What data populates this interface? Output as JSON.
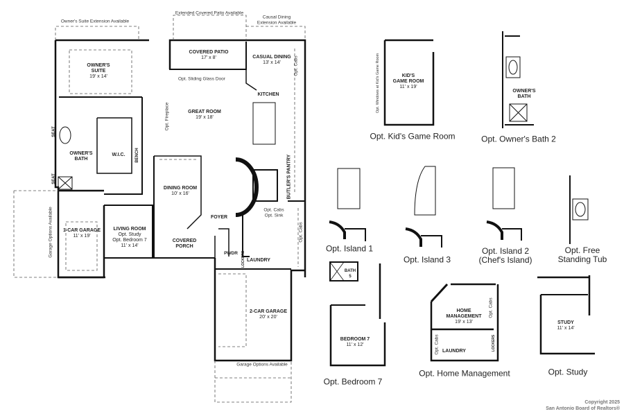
{
  "main_plan": {
    "annotations": {
      "owners_suite_extension": "Owner's Suite Extension Available",
      "extended_patio": "Extended Covered Patio Available",
      "casual_dining_extension_line1": "Causal Dining",
      "casual_dining_extension_line2": "Extension Available",
      "sliding_glass_door": "Opt. Sliding Glass Door",
      "fireplace": "Opt. Fireplace",
      "opt_cabs_top": "Opt. Cabs",
      "opt_cabs_right": "Opt. Cabs",
      "opt_cabs_sink_1": "Opt. Cabs",
      "opt_cabs_sink_2": "Opt. Sink",
      "garage_options_left": "Garage Options Available",
      "garage_options_bottom": "Garage Options Available",
      "seat": "SEAT",
      "bench": "BENCH",
      "lockers": "LOCKERS"
    },
    "rooms": {
      "owners_suite": {
        "name_line1": "OWNER'S",
        "name_line2": "SUITE",
        "dim": "19' x 14'"
      },
      "covered_patio": {
        "name": "COVERED PATIO",
        "dim": "17' x 8'"
      },
      "casual_dining": {
        "name": "CASUAL DINING",
        "dim": "13' x 14'"
      },
      "kitchen": {
        "name": "KITCHEN"
      },
      "great_room": {
        "name": "GREAT ROOM",
        "dim": "19' x 18'"
      },
      "owners_bath": {
        "name_line1": "OWNER'S",
        "name_line2": "BATH"
      },
      "wic": {
        "name": "W.I.C."
      },
      "dining_room": {
        "name": "DINING ROOM",
        "dim": "10' x 16'"
      },
      "butlers_pantry": {
        "name": "BUTLER'S PANTRY"
      },
      "foyer": {
        "name": "FOYER"
      },
      "one_car_garage": {
        "name": "1-CAR GARAGE",
        "dim": "11' x 19'"
      },
      "living_room": {
        "name": "LIVING ROOM",
        "opt1": "Opt. Study",
        "opt2": "Opt. Bedroom 7",
        "dim": "11' x 14'"
      },
      "covered_porch": {
        "name_line1": "COVERED",
        "name_line2": "PORCH"
      },
      "pwdr": {
        "name": "PWDR"
      },
      "laundry": {
        "name": "LAUNDRY"
      },
      "two_car_garage": {
        "name": "2-CAR GARAGE",
        "dim": "20' x 20'"
      }
    }
  },
  "options": {
    "kids_game_room": {
      "caption": "Opt. Kid's Game Room",
      "name_line1": "KID'S",
      "name_line2": "GAME ROOM",
      "dim": "11' x 19'",
      "note": "Opt. Windows at Kid's Game Room"
    },
    "owners_bath_2": {
      "caption": "Opt. Owner's Bath 2",
      "name_line1": "OWNER'S",
      "name_line2": "BATH"
    },
    "island_1": {
      "caption": "Opt. Island 1"
    },
    "island_3": {
      "caption": "Opt. Island 3"
    },
    "island_2": {
      "caption_line1": "Opt. Island 2",
      "caption_line2": "(Chef's Island)"
    },
    "free_standing_tub": {
      "caption_line1": "Opt. Free",
      "caption_line2": "Standing Tub"
    },
    "bedroom_7": {
      "caption": "Opt. Bedroom 7",
      "name": "BEDROOM 7",
      "dim": "11' x 12'",
      "bath_line1": "BATH",
      "bath_line2": "5"
    },
    "home_management": {
      "caption": "Opt. Home Management",
      "name_line1": "HOME",
      "name_line2": "MANAGEMENT",
      "dim": "19' x 13'",
      "laundry": "LAUNDRY",
      "opt_cabs_a": "Opt. Cabs",
      "opt_cabs_b": "Opt. Cabs",
      "lockers": "LOCKERS"
    },
    "study": {
      "caption": "Opt. Study",
      "name": "STUDY",
      "dim": "11' x 14'"
    }
  },
  "copyright": {
    "line1": "Copyright 2025",
    "line2": "San Antonio Board of Realtors®"
  },
  "colors": {
    "wall": "#111111",
    "dashed": "#555555",
    "text": "#222222"
  }
}
